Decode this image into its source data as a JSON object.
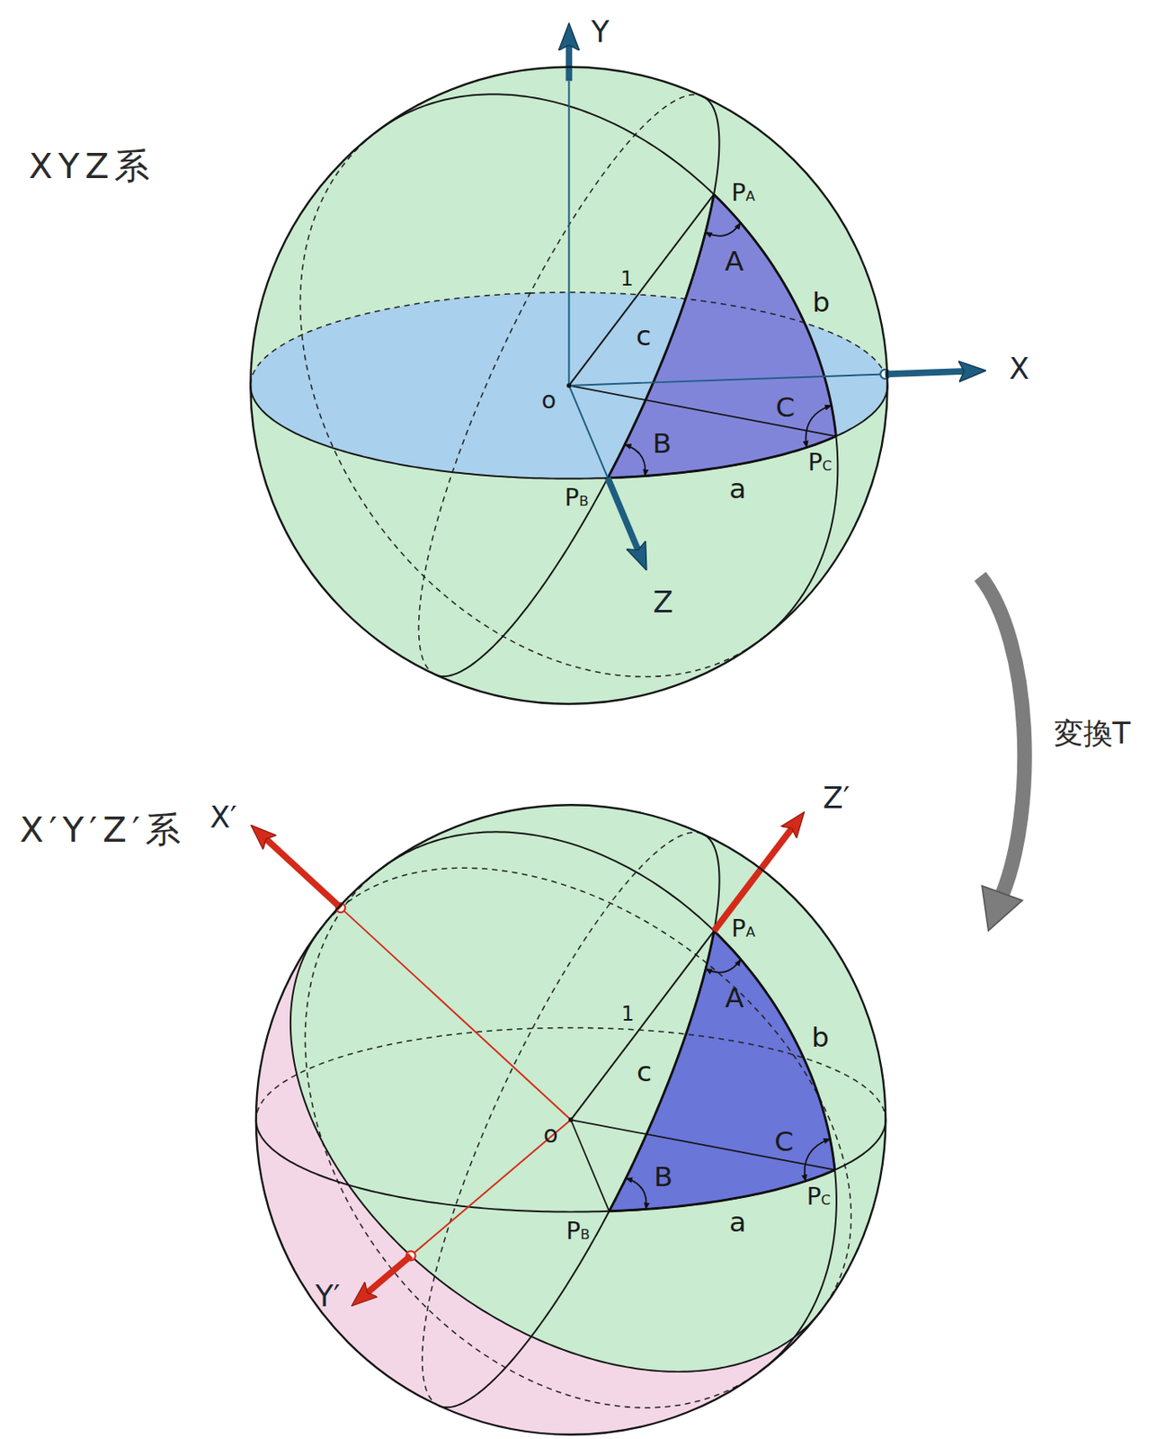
{
  "diagram": {
    "labels": [
      "XYZ系",
      "Y",
      "X",
      "Z",
      "PA",
      "A",
      "b",
      "1",
      "c",
      "o",
      "C",
      "B",
      "a",
      "PB",
      "PC",
      "変換T",
      "X′Y′Z′系",
      "Z′",
      "X′",
      "PA",
      "A",
      "b",
      "1",
      "c",
      "o",
      "C",
      "B",
      "a",
      "PB",
      "PC",
      "Y′"
    ]
  }
}
